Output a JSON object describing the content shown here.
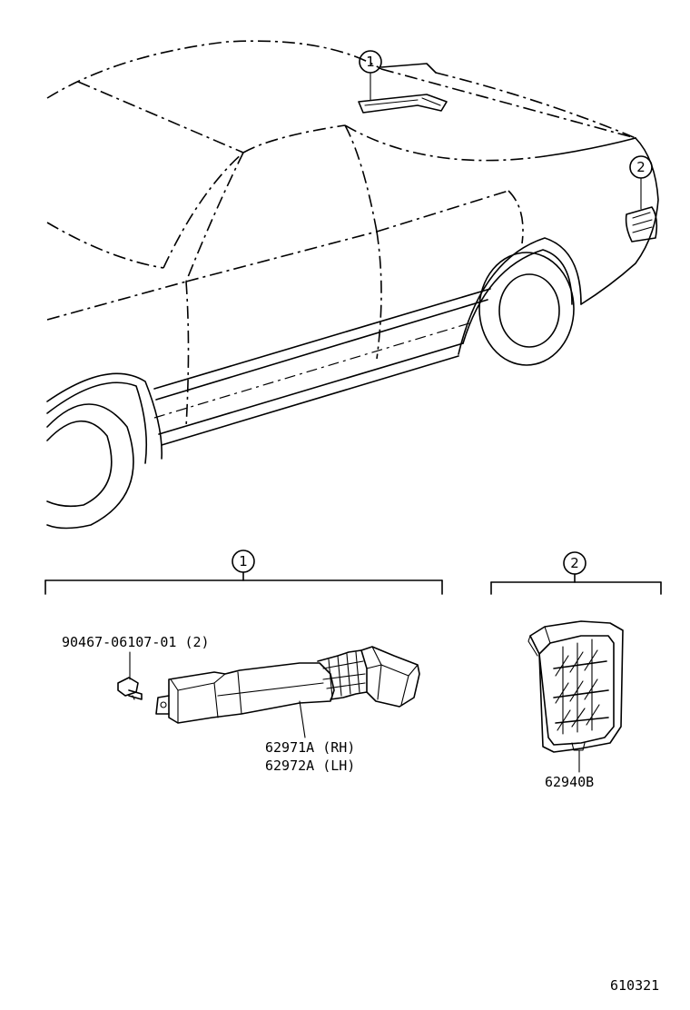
{
  "callouts": {
    "car_1": "1",
    "car_2": "2",
    "group_1": "1",
    "group_2": "2"
  },
  "parts": {
    "bolt": "90467-06107-01 (2)",
    "duct_rh": "62971A (RH)",
    "duct_lh": "62972A (LH)",
    "vent": "62940B"
  },
  "figure_number": "610321"
}
